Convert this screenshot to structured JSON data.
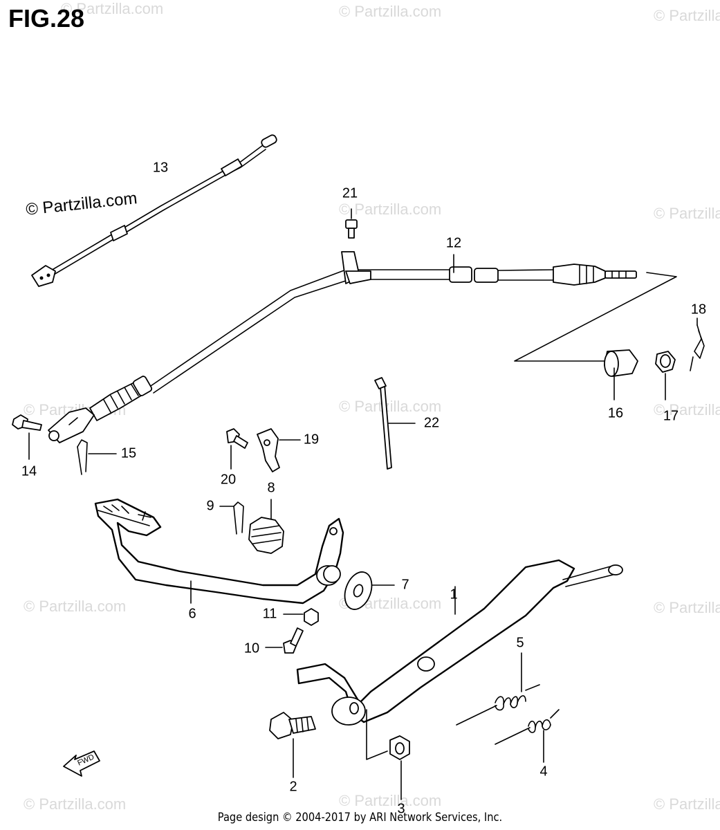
{
  "figure": {
    "title": "FIG.28"
  },
  "watermark": {
    "text": "© Partzilla.com",
    "dark_text": "© Partzilla.com"
  },
  "callouts": [
    {
      "id": "1",
      "label": "1"
    },
    {
      "id": "2",
      "label": "2"
    },
    {
      "id": "3",
      "label": "3"
    },
    {
      "id": "4",
      "label": "4"
    },
    {
      "id": "5",
      "label": "5"
    },
    {
      "id": "6",
      "label": "6"
    },
    {
      "id": "7",
      "label": "7"
    },
    {
      "id": "8",
      "label": "8"
    },
    {
      "id": "9",
      "label": "9"
    },
    {
      "id": "10",
      "label": "10"
    },
    {
      "id": "11",
      "label": "11"
    },
    {
      "id": "12",
      "label": "12"
    },
    {
      "id": "13",
      "label": "13"
    },
    {
      "id": "14",
      "label": "14"
    },
    {
      "id": "15",
      "label": "15"
    },
    {
      "id": "16",
      "label": "16"
    },
    {
      "id": "17",
      "label": "17"
    },
    {
      "id": "18",
      "label": "18"
    },
    {
      "id": "19",
      "label": "19"
    },
    {
      "id": "20",
      "label": "20"
    },
    {
      "id": "21",
      "label": "21"
    },
    {
      "id": "22",
      "label": "22"
    }
  ],
  "direction_marker": {
    "label": "FWD"
  },
  "footer": {
    "text": "Page design © 2004-2017 by ARI Network Services, Inc."
  }
}
